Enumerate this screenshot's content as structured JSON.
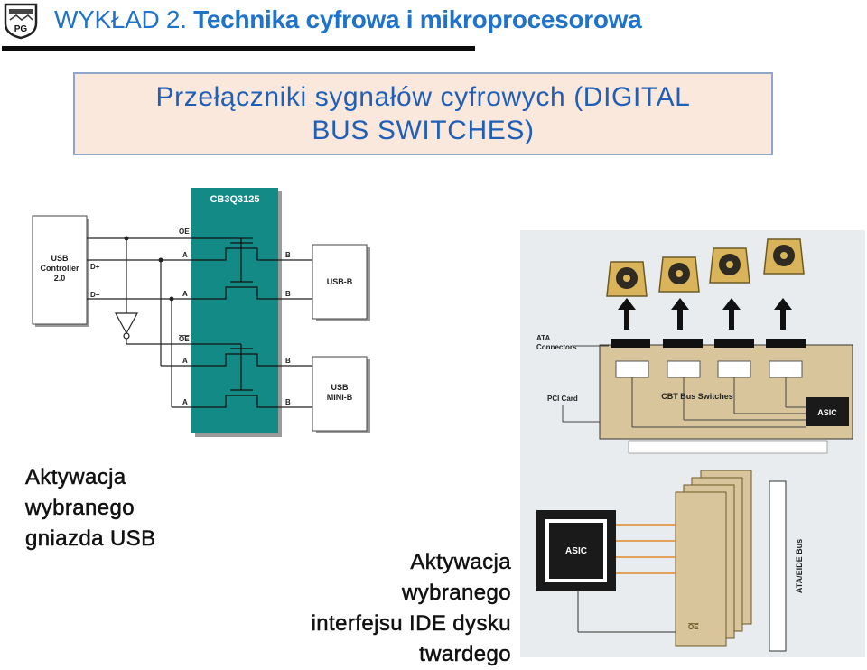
{
  "header": {
    "prefix": "WYKŁAD 2.",
    "title": "Technika cyfrowa i mikroprocesorowa",
    "logo_text": "PG"
  },
  "slide": {
    "title_line1": "Przełączniki sygnałów cyfrowych (DIGITAL",
    "title_line2": "BUS SWITCHES)"
  },
  "usb_diagram": {
    "chip_label": "CB3Q3125",
    "controller_line1": "USB",
    "controller_line2": "Controller",
    "controller_line3": "2.0",
    "pin_dplus": "D+",
    "pin_dminus": "D−",
    "oe1": "OE",
    "oe2": "OE",
    "a1": "A",
    "a2": "A",
    "a3": "A",
    "a4": "A",
    "b1": "B",
    "b2": "B",
    "b3": "B",
    "b4": "B",
    "port_b": "USB-B",
    "port_mini_line1": "USB",
    "port_mini_line2": "MINI-B"
  },
  "ide_diagram": {
    "ata_connectors_line1": "ATA",
    "ata_connectors_line2": "Connectors",
    "pci_card": "PCI Card",
    "cbt_switches": "CBT Bus Switches",
    "asic_top": "ASIC",
    "asic_bottom": "ASIC",
    "oe_bottom": "OE",
    "bus_label": "ATA/EIDE Bus"
  },
  "captions": {
    "usb_line1": "Aktywacja",
    "usb_line2": "wybranego",
    "usb_line3": "gniazda USB",
    "ide_line1": "Aktywacja",
    "ide_line2": "wybranego",
    "ide_line3": "interfejsu IDE dysku",
    "ide_line4": "twardego"
  }
}
